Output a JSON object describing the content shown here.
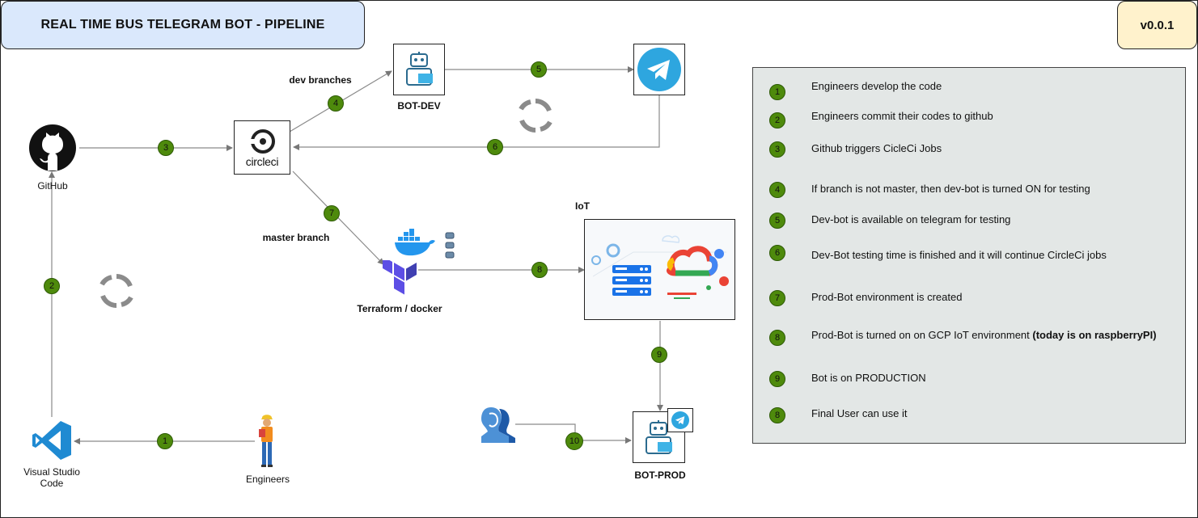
{
  "header": {
    "title": "REAL TIME BUS TELEGRAM BOT - PIPELINE",
    "version": "v0.0.1"
  },
  "nodes": {
    "github": "GitHub",
    "vscode": "Visual Studio\nCode",
    "engineers": "Engineers",
    "circleci": "circleci",
    "bot_dev": "BOT-DEV",
    "bot_prod": "BOT-PROD",
    "terraform": "Terraform / docker",
    "iot": "IoT"
  },
  "edges": {
    "dev_branches": "dev branches",
    "master_branch": "master branch"
  },
  "steps": {
    "s1": "1",
    "s2": "2",
    "s3": "3",
    "s4": "4",
    "s5": "5",
    "s6": "6",
    "s7": "7",
    "s8": "8",
    "s9": "9",
    "s10": "10"
  },
  "legend": [
    {
      "num": "1",
      "text": "Engineers develop the code"
    },
    {
      "num": "2",
      "text": "Engineers commit their codes to github"
    },
    {
      "num": "3",
      "text": "Github triggers CicleCi Jobs"
    },
    {
      "num": "4",
      "text": "If branch is not master, then dev-bot is turned ON for testing"
    },
    {
      "num": "5",
      "text": "Dev-bot is available on telegram for testing"
    },
    {
      "num": "6",
      "text": "Dev-Bot testing time is finished and it will continue CircleCi jobs"
    },
    {
      "num": "7",
      "text": "Prod-Bot environment is created"
    },
    {
      "num": "8",
      "text": "Prod-Bot is turned on on GCP IoT environment ",
      "strong": "(today is on raspberryPI)"
    },
    {
      "num": "9",
      "text": "Bot is on PRODUCTION"
    },
    {
      "num": "8",
      "text": "Final User can use it"
    }
  ],
  "colors": {
    "step_fill": "#4e8a0c",
    "title_fill": "#dae8fc",
    "version_fill": "#fff2cc",
    "panel_fill": "#e3e7e6"
  }
}
